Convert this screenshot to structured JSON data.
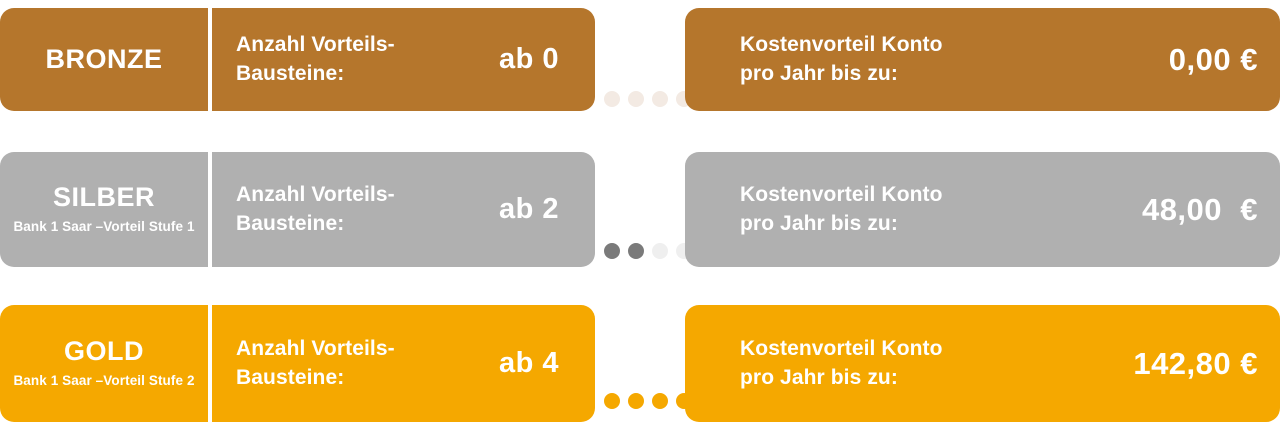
{
  "theme": {
    "bronze_color": "#B5762C",
    "silver_color": "#B0B0B0",
    "gold_color": "#F5A800",
    "text_color": "#FFFFFF",
    "page_background": "#FFFFFF",
    "dot_bronze_empty": "#F3EAE3",
    "dot_silver_filled": "#7A7A7A",
    "dot_silver_empty": "#EFEFEF",
    "dot_gold_filled": "#F5A800"
  },
  "tiers": [
    {
      "id": "bronze",
      "name": "BRONZE",
      "subtitle": "",
      "criteria_label": "Anzahl Vorteils-\nBausteine:",
      "criteria_value": "ab 0",
      "benefit_label": "Kostenvorteil Konto\npro Jahr bis zu:",
      "benefit_value": "0,00 €",
      "dots": [
        {
          "filled": false,
          "color": "#F3EAE3"
        },
        {
          "filled": false,
          "color": "#F3EAE3"
        },
        {
          "filled": false,
          "color": "#F3EAE3"
        },
        {
          "filled": false,
          "color": "#F3EAE3"
        }
      ]
    },
    {
      "id": "silber",
      "name": "SILBER",
      "subtitle": "Bank 1 Saar –Vorteil\nStufe 1",
      "criteria_label": "Anzahl Vorteils-\nBausteine:",
      "criteria_value": "ab 2",
      "benefit_label": "Kostenvorteil Konto\npro Jahr bis zu:",
      "benefit_value": "48,00  €",
      "dots": [
        {
          "filled": true,
          "color": "#7A7A7A"
        },
        {
          "filled": true,
          "color": "#7A7A7A"
        },
        {
          "filled": false,
          "color": "#EFEFEF"
        },
        {
          "filled": false,
          "color": "#EFEFEF"
        }
      ]
    },
    {
      "id": "gold",
      "name": "GOLD",
      "subtitle": "Bank 1 Saar –Vorteil\nStufe 2",
      "criteria_label": "Anzahl Vorteils-\nBausteine:",
      "criteria_value": "ab 4",
      "benefit_label": "Kostenvorteil Konto\npro Jahr bis zu:",
      "benefit_value": "142,80 €",
      "dots": [
        {
          "filled": true,
          "color": "#F5A800"
        },
        {
          "filled": true,
          "color": "#F5A800"
        },
        {
          "filled": true,
          "color": "#F5A800"
        },
        {
          "filled": true,
          "color": "#F5A800"
        }
      ]
    }
  ]
}
